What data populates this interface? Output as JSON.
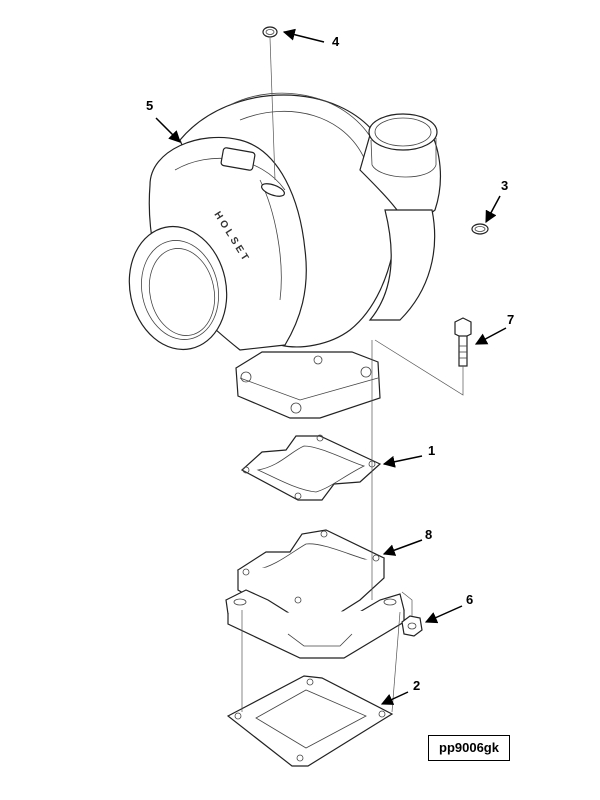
{
  "callouts": [
    {
      "id": "1",
      "label": "1"
    },
    {
      "id": "2",
      "label": "2"
    },
    {
      "id": "3",
      "label": "3"
    },
    {
      "id": "4",
      "label": "4"
    },
    {
      "id": "5",
      "label": "5"
    },
    {
      "id": "6",
      "label": "6"
    },
    {
      "id": "7",
      "label": "7"
    },
    {
      "id": "8",
      "label": "8"
    }
  ],
  "housing_lettering": "HOLSET",
  "drawing_id": "pp9006gk"
}
